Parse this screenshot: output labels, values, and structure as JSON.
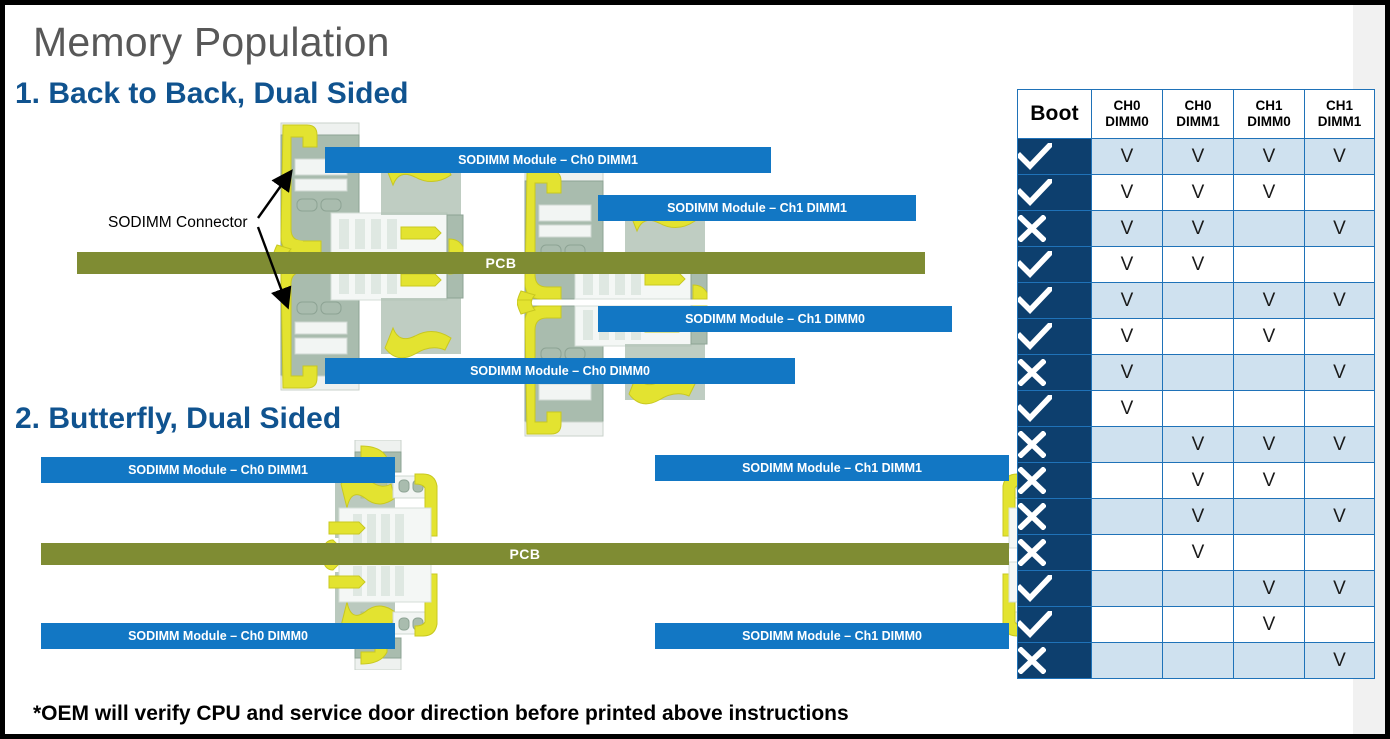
{
  "title": "Memory Population",
  "footnote": "*OEM will verify CPU and service door direction before printed above instructions",
  "sections": [
    {
      "heading": "1. Back to Back, Dual Sided",
      "pcb_label": "PCB",
      "annotation": "SODIMM Connector",
      "modules": [
        "SODIMM Module – Ch0 DIMM1",
        "SODIMM Module – Ch1 DIMM1",
        "SODIMM Module – Ch1 DIMM0",
        "SODIMM Module – Ch0 DIMM0"
      ]
    },
    {
      "heading": "2. Butterfly, Dual Sided",
      "pcb_label": "PCB",
      "modules": [
        "SODIMM Module – Ch0 DIMM1",
        "SODIMM Module – Ch1 DIMM1",
        "SODIMM Module – Ch0 DIMM0",
        "SODIMM Module – Ch1 DIMM0"
      ]
    }
  ],
  "table": {
    "headers": [
      "Boot",
      "CH0 DIMM0",
      "CH0 DIMM1",
      "CH1 DIMM0",
      "CH1 DIMM1"
    ],
    "header_lines": [
      [
        "Boot"
      ],
      [
        "CH0",
        "DIMM0"
      ],
      [
        "CH0",
        "DIMM1"
      ],
      [
        "CH1",
        "DIMM0"
      ],
      [
        "CH1",
        "DIMM1"
      ]
    ],
    "populated_mark": "V",
    "boot_icons": {
      "yes": "check-icon",
      "no": "cross-icon"
    },
    "rows": [
      {
        "boot": "yes",
        "cells": [
          "V",
          "V",
          "V",
          "V"
        ]
      },
      {
        "boot": "yes",
        "cells": [
          "V",
          "V",
          "V",
          ""
        ]
      },
      {
        "boot": "no",
        "cells": [
          "V",
          "V",
          "",
          "V"
        ]
      },
      {
        "boot": "yes",
        "cells": [
          "V",
          "V",
          "",
          ""
        ]
      },
      {
        "boot": "yes",
        "cells": [
          "V",
          "",
          "V",
          "V"
        ]
      },
      {
        "boot": "yes",
        "cells": [
          "V",
          "",
          "V",
          ""
        ]
      },
      {
        "boot": "no",
        "cells": [
          "V",
          "",
          "",
          "V"
        ]
      },
      {
        "boot": "yes",
        "cells": [
          "V",
          "",
          "",
          ""
        ]
      },
      {
        "boot": "no",
        "cells": [
          "",
          "V",
          "V",
          "V"
        ]
      },
      {
        "boot": "no",
        "cells": [
          "",
          "V",
          "V",
          ""
        ]
      },
      {
        "boot": "no",
        "cells": [
          "",
          "V",
          "",
          "V"
        ]
      },
      {
        "boot": "no",
        "cells": [
          "",
          "V",
          "",
          ""
        ]
      },
      {
        "boot": "yes",
        "cells": [
          "",
          "",
          "V",
          "V"
        ]
      },
      {
        "boot": "yes",
        "cells": [
          "",
          "",
          "V",
          ""
        ]
      },
      {
        "boot": "no",
        "cells": [
          "",
          "",
          "",
          "V"
        ]
      }
    ]
  },
  "colors": {
    "title_grey": "#585858",
    "heading_blue": "#10538f",
    "module_bar_blue": "#1277c4",
    "pcb_green": "#7f8c33",
    "table_boot_navy": "#0d3f6e",
    "table_border_blue": "#1f72b8",
    "table_row_blue": "#cfe1ef",
    "connector_yellow": "#e3e330",
    "connector_sage": "#a9bcae",
    "right_band_grey": "#f1f1f1",
    "slide_border": "#000000"
  }
}
